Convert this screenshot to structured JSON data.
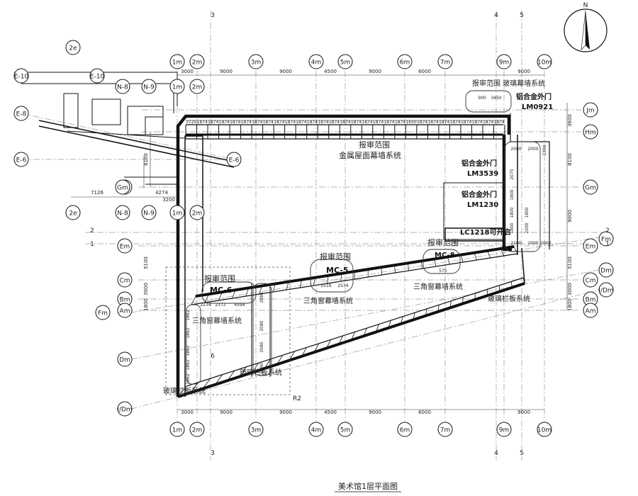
{
  "drawing": {
    "title": "美术馆1层平面图",
    "north_label": "N"
  },
  "axes": {
    "top_cols": [
      "1m",
      "2m",
      "3m",
      "4m",
      "5m",
      "6m",
      "7m",
      "9m",
      "10m"
    ],
    "bottom_cols": [
      "1m",
      "2m",
      "3m",
      "4m",
      "5m",
      "6m",
      "7m",
      "9m",
      "10m"
    ],
    "right_rows": [
      "Jm",
      "Hm",
      "Gm",
      "Em",
      "Cm",
      "Bm",
      "Am"
    ],
    "right_slanted": [
      "Fm",
      "Dm",
      "I/Dm"
    ],
    "left_rows": [
      "Em",
      "Cm",
      "Bm",
      "Am",
      "Fm",
      "Dm",
      "I/Dm"
    ],
    "left_rows_b": [
      "Gm"
    ],
    "upper_left": [
      "2e",
      "E-10",
      "E-10",
      "N-8",
      "N-9",
      "1m",
      "2m",
      "E-8",
      "E-6",
      "E-6",
      "2e",
      "N-8",
      "N-9",
      "1m",
      "2m",
      "Gm"
    ],
    "numbered": [
      "3",
      "4",
      "5",
      "3",
      "4",
      "5",
      "1",
      "2",
      "1",
      "2",
      "6",
      "R2"
    ]
  },
  "dims": {
    "top": [
      "3000",
      "9000",
      "9000",
      "4500",
      "9000",
      "6000",
      "9000"
    ],
    "bottom": [
      "3000",
      "9000",
      "9000",
      "4500",
      "9000",
      "6000",
      "9000"
    ],
    "right": [
      "3600",
      "8100",
      "9000",
      "5100",
      "3000",
      "1800"
    ],
    "left": [
      "8100",
      "5100",
      "3000",
      "1800"
    ],
    "left_segment": [
      "7126",
      "4274",
      "3200"
    ],
    "top_rail": [
      "3725",
      "1874",
      "1874",
      "1874",
      "1874",
      "1874",
      "1874",
      "1874",
      "1874",
      "1874",
      "1874",
      "1874",
      "1874",
      "1874",
      "1874",
      "1874",
      "1874",
      "1874",
      "1874",
      "1874",
      "1650",
      "1874",
      "1874",
      "1874",
      "1874",
      "1874",
      "1874",
      "1874",
      "1874"
    ],
    "small": [
      "900",
      "3450",
      "2000",
      "2000",
      "2300",
      "2075",
      "1800",
      "1800",
      "1800",
      "1800",
      "2200",
      "2200",
      "2000",
      "2000",
      "575",
      "2516",
      "2534",
      "2234",
      "2372",
      "4594",
      "2080",
      "2080",
      "2080",
      "2080",
      "1862",
      "1862",
      "1862",
      "1862",
      "1862"
    ]
  },
  "labels": {
    "glass_curtain": "报审范围 玻璃幕墙系统",
    "door_lm0921_a": "铝合金外门",
    "door_lm0921_b": "LM0921",
    "review_scope_1": "报审范围",
    "metal_roof": "金属屋面幕墙系统",
    "door_lm3539_a": "铝合金外门",
    "door_lm3539_b": "LM3539",
    "door_lm1230_a": "铝合金外门",
    "door_lm1230_b": "LM1230",
    "lc1218": "LC1218可开启",
    "review_scope_2": "报审范围",
    "mc8": "MC-8",
    "review_scope_3": "报审范围",
    "mc5": "MC-5",
    "triangle_1": "三角窗幕墙系统",
    "review_scope_4": "报审范围",
    "mc6": "MC-6",
    "triangle_2": "三角窗幕墙系统",
    "triangle_3": "三角窗幕墙系统",
    "glass_railing_1": "玻璃栏板系统",
    "glass_railing_2": "玻璃栏板系统",
    "glass_railing_3": "玻璃栏板系统"
  }
}
